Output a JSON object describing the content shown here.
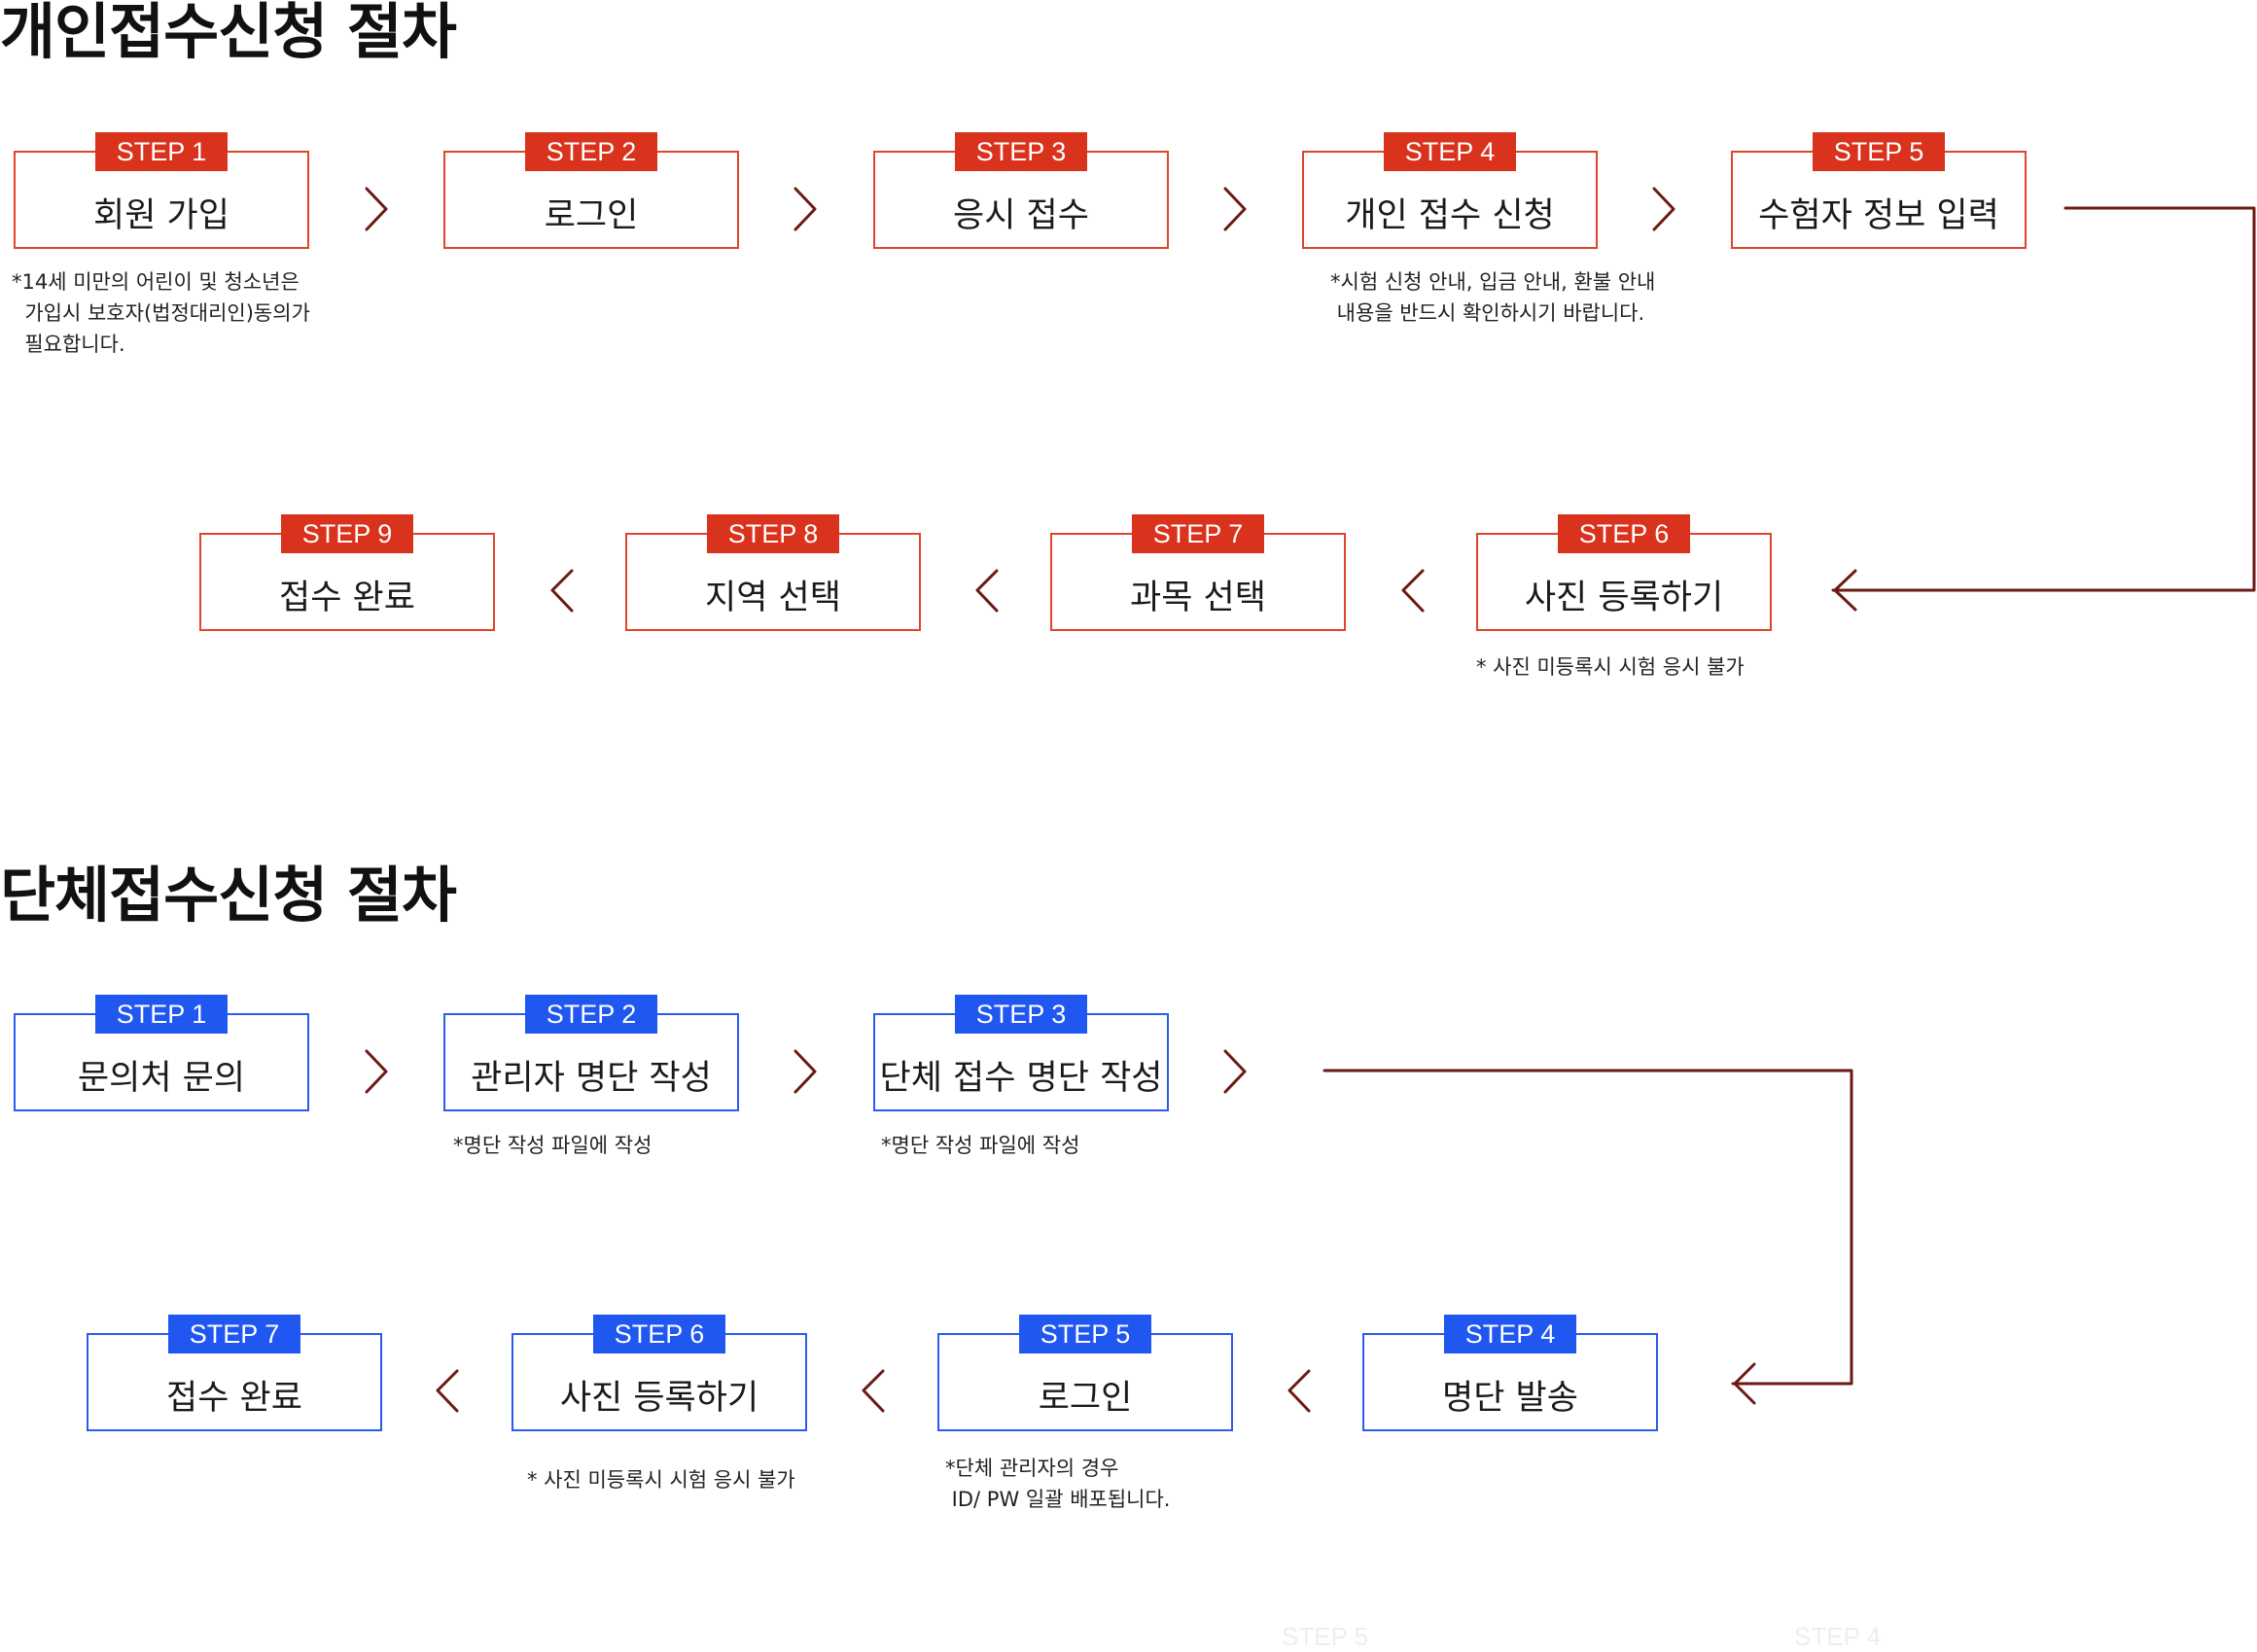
{
  "individual": {
    "title": "개인접수신청 절차",
    "steps": [
      {
        "badge": "STEP 1",
        "label": "회원 가입"
      },
      {
        "badge": "STEP 2",
        "label": "로그인"
      },
      {
        "badge": "STEP 3",
        "label": "응시 접수"
      },
      {
        "badge": "STEP 4",
        "label": "개인 접수 신청"
      },
      {
        "badge": "STEP 5",
        "label": "수험자 정보 입력"
      },
      {
        "badge": "STEP 6",
        "label": "사진 등록하기"
      },
      {
        "badge": "STEP 7",
        "label": "과목 선택"
      },
      {
        "badge": "STEP 8",
        "label": "지역 선택"
      },
      {
        "badge": "STEP 9",
        "label": "접수 완료"
      }
    ],
    "notes": {
      "step1": "*14세 미만의 어린이 및 청소년은\n  가입시 보호자(법정대리인)동의가\n  필요합니다.",
      "step4": "*시험 신청 안내, 입금 안내, 환불 안내\n 내용을 반드시 확인하시기 바랍니다.",
      "step6": "* 사진 미등록시 시험 응시 불가"
    }
  },
  "group": {
    "title": "단체접수신청 절차",
    "steps": [
      {
        "badge": "STEP 1",
        "label": "문의처 문의"
      },
      {
        "badge": "STEP 2",
        "label": "관리자 명단 작성"
      },
      {
        "badge": "STEP 3",
        "label": "단체 접수 명단 작성"
      },
      {
        "badge": "STEP 4",
        "label": "명단 발송"
      },
      {
        "badge": "STEP 5",
        "label": "로그인"
      },
      {
        "badge": "STEP 6",
        "label": "사진 등록하기"
      },
      {
        "badge": "STEP 7",
        "label": "접수 완료"
      }
    ],
    "notes": {
      "step2": "*명단 작성 파일에 작성",
      "step3": "*명단 작성 파일에 작성",
      "step5": "*단체 관리자의 경우\n ID/ PW 일괄 배포됩니다.",
      "step6": "* 사진 미등록시 시험 응시 불가"
    }
  },
  "faint_labels": [
    "STEP 5",
    "STEP 4"
  ],
  "colors": {
    "individual_accent": "#d9331d",
    "individual_border": "#e0452b",
    "group_accent": "#2057f0",
    "group_border": "#2b5bef",
    "connector": "#6b1a14"
  },
  "icons": {
    "forward": "chevron-right-icon",
    "backward": "chevron-left-icon"
  }
}
